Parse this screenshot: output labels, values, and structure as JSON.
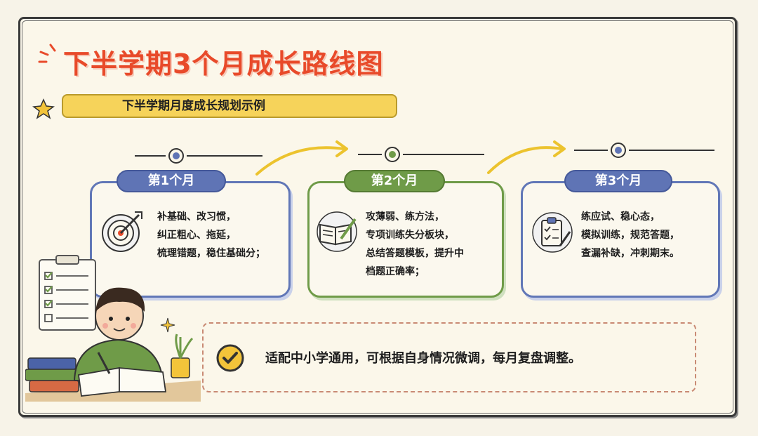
{
  "title": "下半学期3个月成长路线图",
  "banner": "下半学期月度成长规划示例",
  "months": [
    {
      "label": "第1个月",
      "icon": "target-icon",
      "lines": [
        "补基础、改习惯，",
        "纠正粗心、拖延，",
        "梳理错题，稳住基础分；"
      ]
    },
    {
      "label": "第2个月",
      "icon": "book-pen-icon",
      "lines": [
        "攻薄弱、练方法，",
        "专项训练失分板块，",
        "总结答题模板，提升中",
        "档题正确率；"
      ]
    },
    {
      "label": "第3个月",
      "icon": "clipboard-check-icon",
      "lines": [
        "练应试、稳心态，",
        "模拟训练，规范答题，",
        "查漏补缺，冲刺期末。"
      ]
    }
  ],
  "note": "适配中小学通用，可根据自身情况微调，每月复盘调整。",
  "colors": {
    "title": "#e84a2a",
    "blue": "#5f74b5",
    "green": "#6f9b48",
    "banner": "#f6d35a"
  }
}
